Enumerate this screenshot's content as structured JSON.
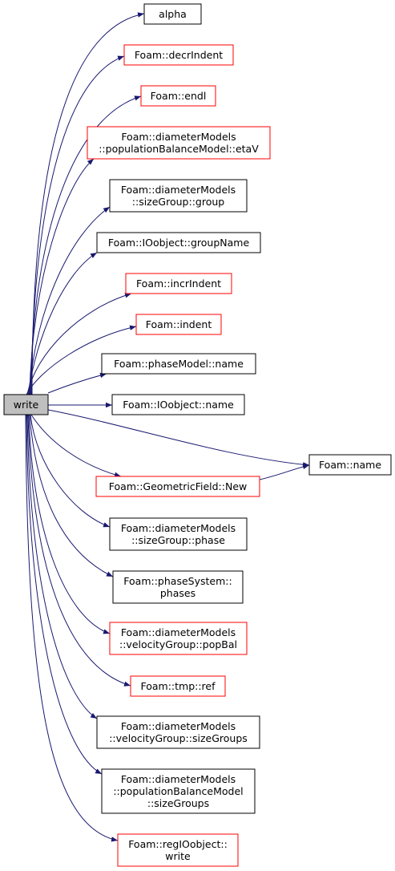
{
  "colors": {
    "edge": "#191970",
    "border_normal": "#000000",
    "border_truncated": "#ff0000",
    "root_fill": "#bfbfbf",
    "node_fill": "#ffffff"
  },
  "root": {
    "id": "write-root",
    "label": "write"
  },
  "nodes": [
    {
      "id": "alpha",
      "lines": [
        "alpha"
      ],
      "truncated": false
    },
    {
      "id": "decrindent",
      "lines": [
        "Foam::decrIndent"
      ],
      "truncated": true
    },
    {
      "id": "endl",
      "lines": [
        "Foam::endl"
      ],
      "truncated": true
    },
    {
      "id": "etav",
      "lines": [
        "Foam::diameterModels",
        "::populationBalanceModel::etaV"
      ],
      "truncated": true
    },
    {
      "id": "group",
      "lines": [
        "Foam::diameterModels",
        "::sizeGroup::group"
      ],
      "truncated": false
    },
    {
      "id": "groupname",
      "lines": [
        "Foam::IOobject::groupName"
      ],
      "truncated": false
    },
    {
      "id": "incrindent",
      "lines": [
        "Foam::incrIndent"
      ],
      "truncated": true
    },
    {
      "id": "indent",
      "lines": [
        "Foam::indent"
      ],
      "truncated": true
    },
    {
      "id": "phasemodel-name",
      "lines": [
        "Foam::phaseModel::name"
      ],
      "truncated": false
    },
    {
      "id": "ioobject-name",
      "lines": [
        "Foam::IOobject::name"
      ],
      "truncated": false
    },
    {
      "id": "foam-name",
      "lines": [
        "Foam::name"
      ],
      "truncated": false
    },
    {
      "id": "geometricfield-new",
      "lines": [
        "Foam::GeometricField::New"
      ],
      "truncated": true
    },
    {
      "id": "sizegroup-phase",
      "lines": [
        "Foam::diameterModels",
        "::sizeGroup::phase"
      ],
      "truncated": false
    },
    {
      "id": "phasesystem-phases",
      "lines": [
        "Foam::phaseSystem::",
        "phases"
      ],
      "truncated": false
    },
    {
      "id": "popbal",
      "lines": [
        "Foam::diameterModels",
        "::velocityGroup::popBal"
      ],
      "truncated": true
    },
    {
      "id": "tmp-ref",
      "lines": [
        "Foam::tmp::ref"
      ],
      "truncated": true
    },
    {
      "id": "velocitygroup-sizegroups",
      "lines": [
        "Foam::diameterModels",
        "::velocityGroup::sizeGroups"
      ],
      "truncated": false
    },
    {
      "id": "pbm-sizegroups",
      "lines": [
        "Foam::diameterModels",
        "::populationBalanceModel",
        "::sizeGroups"
      ],
      "truncated": false
    },
    {
      "id": "regioobject-write",
      "lines": [
        "Foam::regIOobject::",
        "write"
      ],
      "truncated": true
    }
  ],
  "edges": [
    {
      "from": "write-root",
      "to": "alpha"
    },
    {
      "from": "write-root",
      "to": "decrindent"
    },
    {
      "from": "write-root",
      "to": "endl"
    },
    {
      "from": "write-root",
      "to": "etav"
    },
    {
      "from": "write-root",
      "to": "group"
    },
    {
      "from": "write-root",
      "to": "groupname"
    },
    {
      "from": "write-root",
      "to": "incrindent"
    },
    {
      "from": "write-root",
      "to": "indent"
    },
    {
      "from": "write-root",
      "to": "phasemodel-name"
    },
    {
      "from": "write-root",
      "to": "ioobject-name"
    },
    {
      "from": "write-root",
      "to": "foam-name"
    },
    {
      "from": "write-root",
      "to": "geometricfield-new"
    },
    {
      "from": "write-root",
      "to": "sizegroup-phase"
    },
    {
      "from": "write-root",
      "to": "phasesystem-phases"
    },
    {
      "from": "write-root",
      "to": "popbal"
    },
    {
      "from": "write-root",
      "to": "tmp-ref"
    },
    {
      "from": "write-root",
      "to": "velocitygroup-sizegroups"
    },
    {
      "from": "write-root",
      "to": "pbm-sizegroups"
    },
    {
      "from": "write-root",
      "to": "regioobject-write"
    },
    {
      "from": "geometricfield-new",
      "to": "foam-name"
    }
  ]
}
